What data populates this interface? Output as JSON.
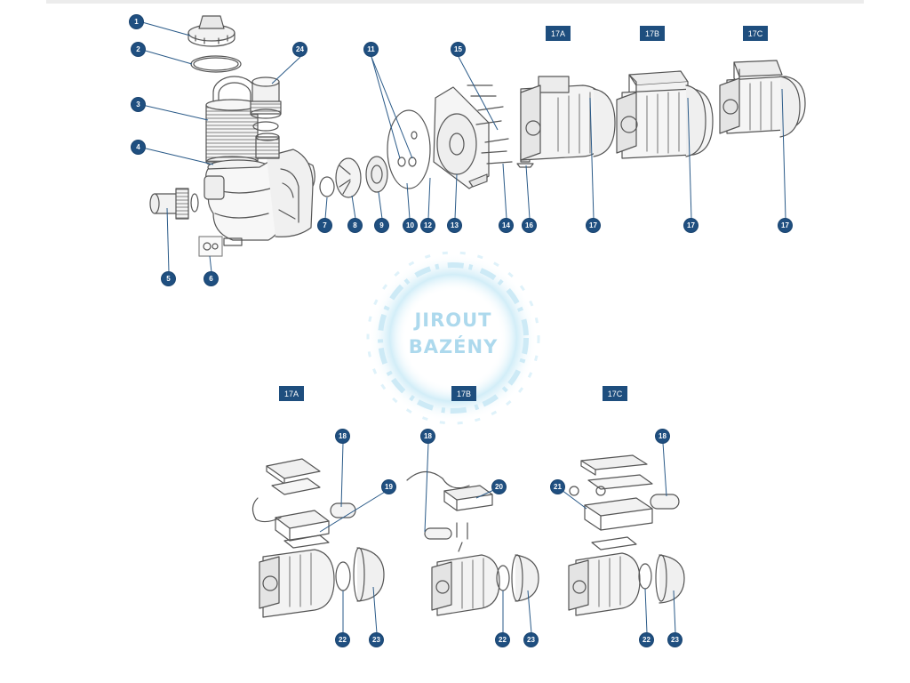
{
  "parts_diagram": {
    "callouts": [
      "1",
      "2",
      "3",
      "4",
      "5",
      "6",
      "7",
      "8",
      "9",
      "10",
      "11",
      "12",
      "13",
      "14",
      "15",
      "16",
      "17",
      "17",
      "17",
      "24",
      "18",
      "19",
      "22",
      "23",
      "18",
      "20",
      "22",
      "23",
      "18",
      "21",
      "22",
      "23"
    ],
    "variant_tags": [
      "17A",
      "17B",
      "17C",
      "17A",
      "17B",
      "17C"
    ],
    "watermark": {
      "line1": "JIROUT",
      "line2": "BAZÉNY"
    },
    "colors": {
      "callout": "#1f4f80",
      "tag": "#1e4e7e",
      "line_art": "#555555",
      "watermark": "#9fd3ea"
    }
  }
}
